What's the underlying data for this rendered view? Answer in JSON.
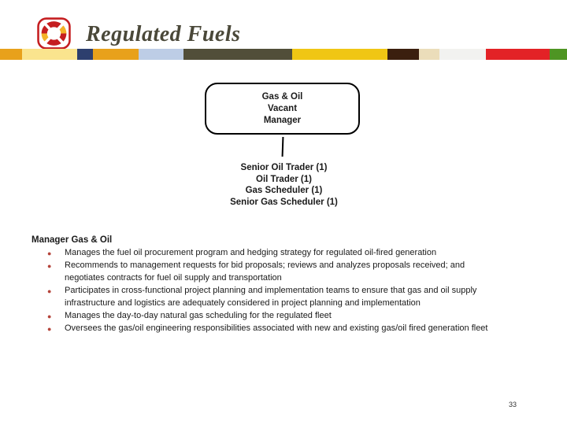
{
  "slide": {
    "title": "Regulated Fuels",
    "page_number": "33"
  },
  "icons": {
    "logo": "red-yellow-pinwheel-company-logo"
  },
  "org_chart": {
    "box": {
      "lines": [
        "Gas & Oil",
        "Vacant",
        "Manager"
      ]
    },
    "staff": [
      "Senior Oil Trader (1)",
      "Oil Trader (1)",
      "Gas Scheduler (1)",
      "Senior Gas Scheduler (1)"
    ]
  },
  "body": {
    "heading": "Manager Gas & Oil",
    "bullets": [
      "Manages the fuel oil procurement program and hedging strategy for regulated oil-fired generation",
      "Recommends to management requests for bid proposals; reviews and analyzes proposals received; and\nnegotiates contracts for fuel oil supply and transportation",
      "Participates in cross-functional project planning and implementation teams to ensure that gas and oil supply\ninfrastructure and logistics are adequately considered in project planning and implementation",
      "Manages the day-to-day natural gas scheduling for the regulated fleet",
      "Oversees the gas/oil engineering responsibilities associated with new and existing gas/oil fired generation fleet"
    ]
  },
  "colors": {
    "title_text": "#4A4839",
    "bullet_marker": "#B5453B",
    "logo_red": "#C51E20",
    "logo_yellow": "#F3B229",
    "box_border": "#000000"
  },
  "stripe": {
    "segments": [
      {
        "color": "#E8A11B",
        "width": 28
      },
      {
        "color": "#FAE48E",
        "width": 70
      },
      {
        "color": "#2D3F6E",
        "width": 20
      },
      {
        "color": "#E8A11B",
        "width": 58
      },
      {
        "color": "#BDCDE6",
        "width": 57
      },
      {
        "color": "#514E39",
        "width": 138
      },
      {
        "color": "#F0C614",
        "width": 121
      },
      {
        "color": "#3B1F0E",
        "width": 40
      },
      {
        "color": "#EBDDBA",
        "width": 26
      },
      {
        "color": "#F2F2F0",
        "width": 59
      },
      {
        "color": "#E32226",
        "width": 81
      },
      {
        "color": "#4E9523",
        "width": 22
      }
    ]
  }
}
